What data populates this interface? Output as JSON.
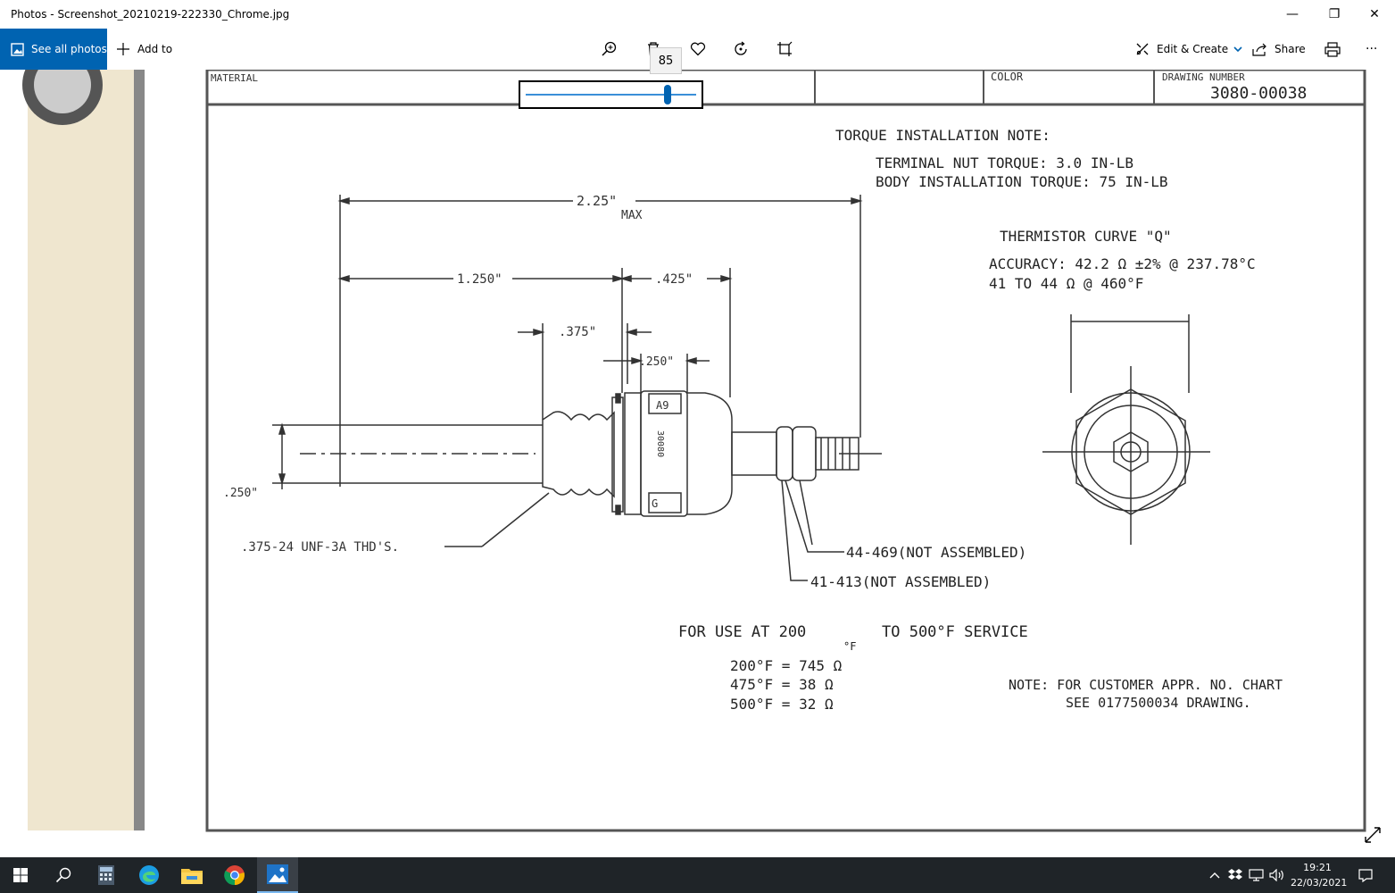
{
  "window": {
    "title": "Photos - Screenshot_20210219-222330_Chrome.jpg",
    "minimize_glyph": "—",
    "restore_glyph": "❐",
    "close_glyph": "✕"
  },
  "toolbar": {
    "see_all_label": "See all photos",
    "add_to_label": "Add to",
    "edit_create_label": "Edit & Create",
    "share_label": "Share",
    "more_glyph": "···",
    "icons": [
      "zoom-icon",
      "delete-icon",
      "heart-icon",
      "rotate-icon",
      "crop-icon",
      "print-icon"
    ]
  },
  "zoom": {
    "tooltip_value": "85",
    "slider_fraction": 0.85
  },
  "drawing": {
    "header_material": "MATERIAL",
    "header_color": "COLOR",
    "header_drawing_number": "DRAWING NUMBER",
    "drawing_number": "3080-00038",
    "torque_title": "TORQUE INSTALLATION NOTE:",
    "torque_line1": "TERMINAL NUT TORQUE: 3.0 IN-LB",
    "torque_line2": "BODY INSTALLATION TORQUE: 75 IN-LB",
    "dim_overall": "2.25\"",
    "dim_overall_max": "MAX",
    "dim_1250": "1.250\"",
    "dim_425": ".425\"",
    "dim_375": ".375\"",
    "dim_250_top": ".250\"",
    "dim_250_left": ".250\"",
    "hex_mark_a9": "A9",
    "hex_mark_g": "G",
    "hex_mark_mid": "30080",
    "thermistor_title": "THERMISTOR CURVE \"Q\"",
    "accuracy_line1": "ACCURACY: 42.2 Ω ±2% @ 237.78°C",
    "accuracy_line2": "41 TO 44 Ω @ 460°F",
    "thread_note": ".375-24 UNF-3A THD'S.",
    "note_44": "44-469(NOT ASSEMBLED)",
    "note_41": "41-413(NOT ASSEMBLED)",
    "service_left": "FOR USE AT 200",
    "service_unit": "°F",
    "service_right": "TO 500°F SERVICE",
    "table_200": "200°F = 745 Ω",
    "table_475": "475°F =  38 Ω",
    "table_500": "500°F =  32 Ω",
    "customer_note1": "NOTE: FOR CUSTOMER APPR. NO. CHART",
    "customer_note2": "SEE 0177500034 DRAWING."
  },
  "taskbar": {
    "time": "19:21",
    "date": "22/03/2021",
    "icons": [
      "windows-start-icon",
      "search-icon",
      "calculator-icon",
      "edge-icon",
      "file-explorer-icon",
      "chrome-icon",
      "photos-icon"
    ]
  },
  "colors": {
    "accent": "#0063b1",
    "taskbar": "#1f2428",
    "left_strip": "#efe6cf"
  }
}
